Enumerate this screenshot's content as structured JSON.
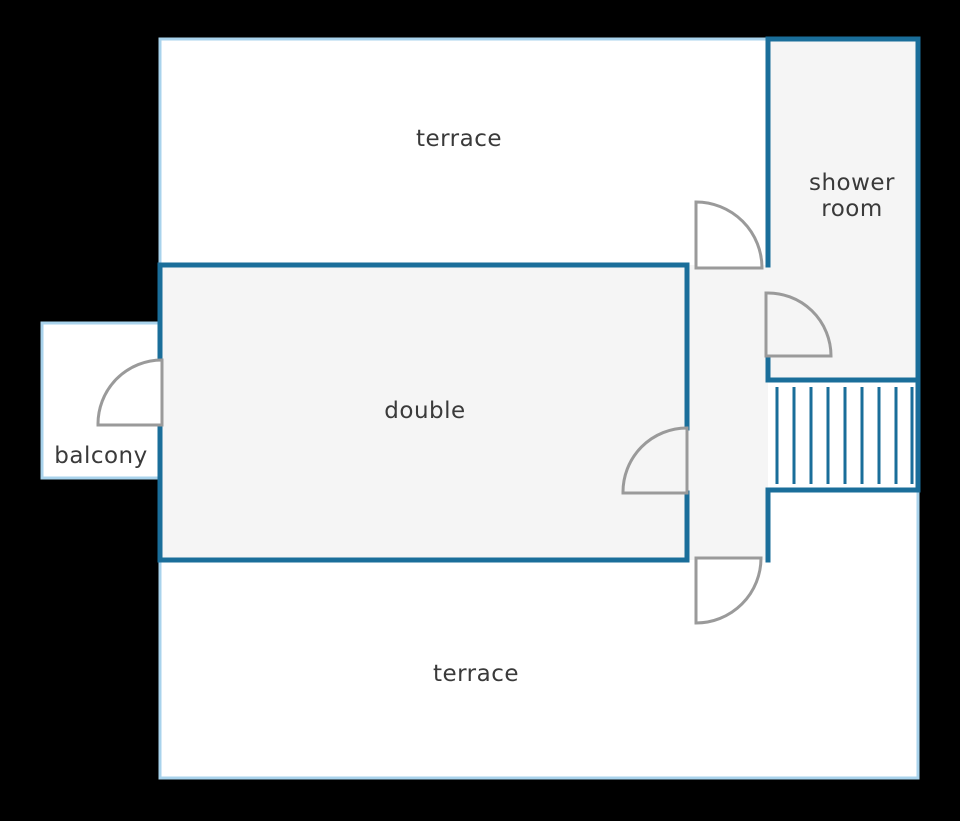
{
  "plan": {
    "rooms": {
      "terrace_north": {
        "label": "terrace"
      },
      "terrace_south": {
        "label": "terrace"
      },
      "double": {
        "label": "double"
      },
      "balcony": {
        "label": "balcony"
      },
      "shower_room": {
        "label_line1": "shower",
        "label_line2": "room"
      }
    },
    "colors": {
      "background": "#000000",
      "outdoor_fill": "#ffffff",
      "indoor_fill": "#f5f5f5",
      "outdoor_wall": "#a9d3ec",
      "indoor_wall": "#1a6e9a",
      "door": "#9a9a9a",
      "label": "#3a3a3a"
    }
  }
}
